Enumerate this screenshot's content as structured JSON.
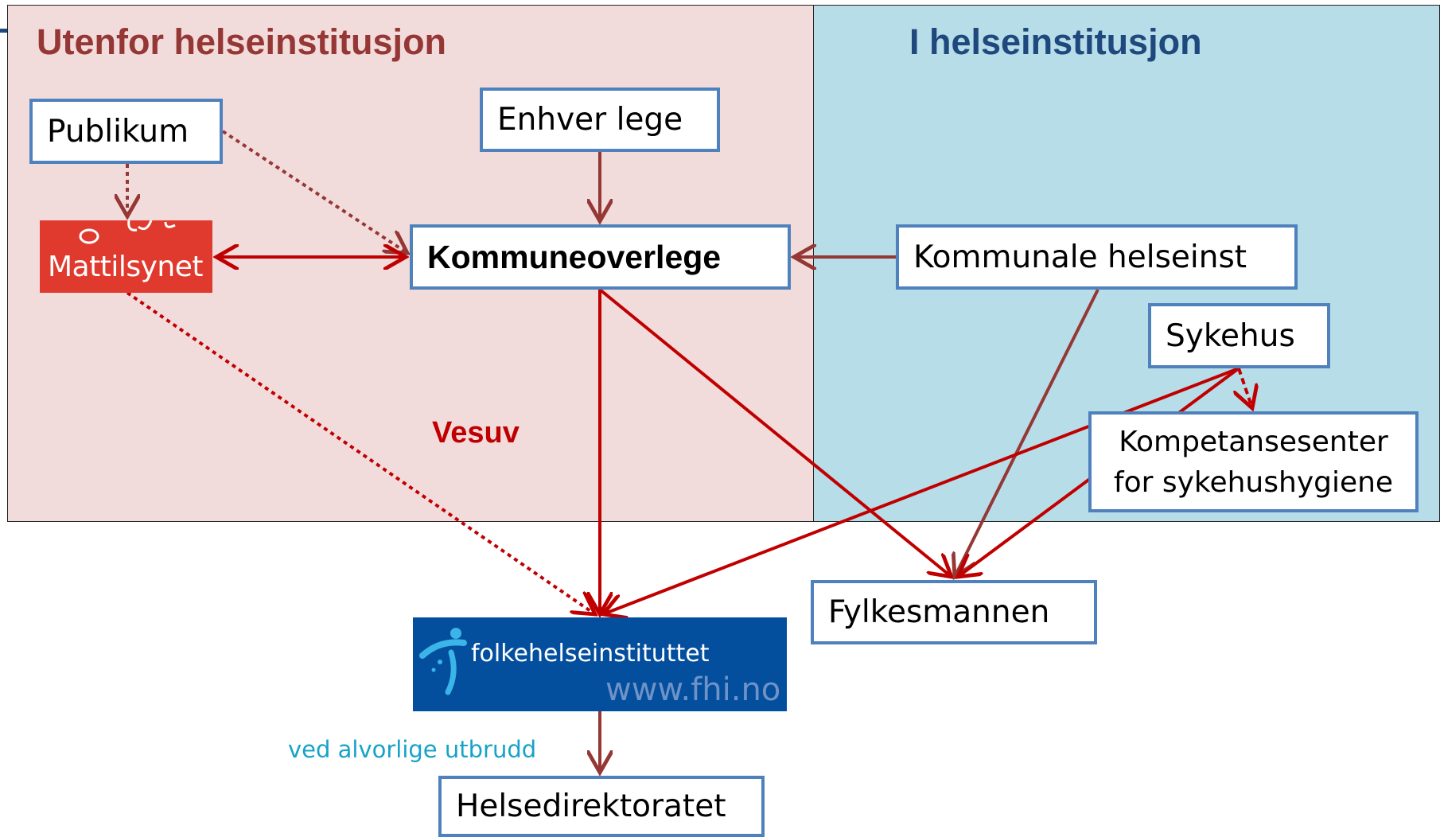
{
  "regions": {
    "outside_title": "Utenfor helseinstitusjon",
    "inside_title": "I helseinstitusjon"
  },
  "nodes": {
    "publikum": "Publikum",
    "enhver_lege": "Enhver lege",
    "kommuneoverlege": "Kommuneoverlege",
    "kommunale_helseinst": "Kommunale helseinst",
    "sykehus": "Sykehus",
    "kompetanse_line1": "Kompetansesenter",
    "kompetanse_line2": "for sykehushygiene",
    "fylkesmannen": "Fylkesmannen",
    "helsedirektoratet": "Helsedirektoratet"
  },
  "logos": {
    "mattilsynet": "Mattilsynet",
    "fhi_name": "folkehelseinstituttet",
    "fhi_url": "www.fhi.no"
  },
  "labels": {
    "vesuv": "Vesuv",
    "alvorlige": "ved alvorlige utbrudd"
  },
  "colors": {
    "outside_bg": "#f2dcdb",
    "inside_bg": "#b7dde8",
    "arrow_red": "#c00000",
    "arrow_brown": "#953735",
    "node_border": "#4f81bd"
  }
}
